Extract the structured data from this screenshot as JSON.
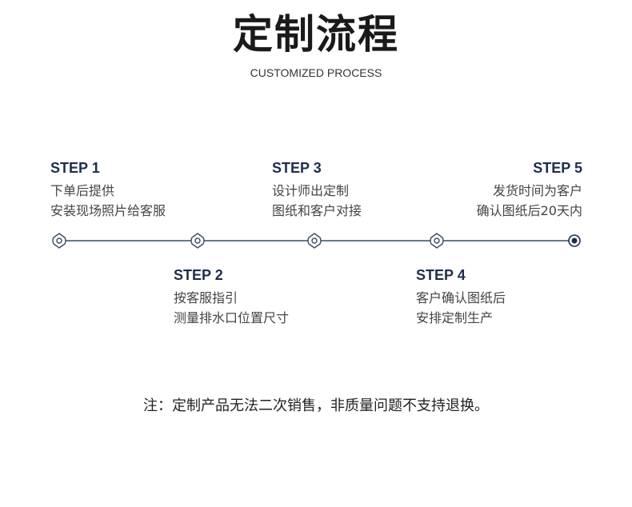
{
  "header": {
    "title": "定制流程",
    "subtitle": "CUSTOMIZED PROCESS"
  },
  "steps": [
    {
      "label": "STEP 1",
      "lines": [
        "下单后提供",
        "安装现场照片给客服"
      ]
    },
    {
      "label": "STEP 2",
      "lines": [
        "按客服指引",
        "测量排水口位置尺寸"
      ]
    },
    {
      "label": "STEP 3",
      "lines": [
        "设计师出定制",
        "图纸和客户对接"
      ]
    },
    {
      "label": "STEP 4",
      "lines": [
        "客户确认图纸后",
        "安排定制生产"
      ]
    },
    {
      "label": "STEP 5",
      "lines": [
        "发货时间为客户",
        "确认图纸后20天内"
      ]
    }
  ],
  "note": "注：定制产品无法二次销售，非质量问题不支持退换。",
  "colors": {
    "accent": "#1f2d4d",
    "line": "#3b4a66"
  },
  "icons": [
    "location-pin-icon",
    "end-dot-icon"
  ]
}
